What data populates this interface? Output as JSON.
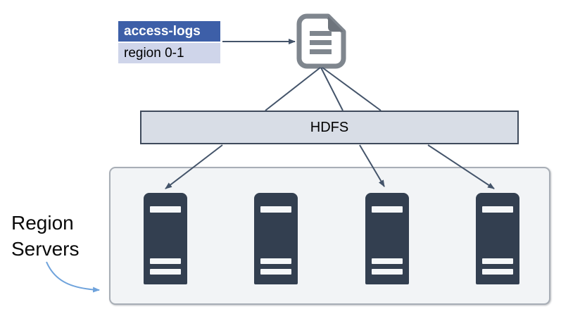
{
  "table": {
    "header_label": "access-logs",
    "region_label": "region 0-1"
  },
  "hdfs": {
    "label": "HDFS"
  },
  "region_servers": {
    "label_lines": [
      "Region",
      "Servers"
    ],
    "count": 4
  },
  "icons": {
    "document": "log-file-icon",
    "server": "server-tower-icon"
  },
  "colors": {
    "table_header_bg": "#3D5FA8",
    "table_header_text": "#FFFFFF",
    "table_row_bg": "#CFD5EA",
    "hdfs_fill": "#D8DDE6",
    "hdfs_border": "#3F4A5C",
    "connector": "#44546A",
    "server_fill": "#333F50",
    "container_fill": "#F2F4F6",
    "container_border": "#A8AEB6",
    "pointer_arrow": "#6FA3DC",
    "doc_icon": "#7F868E",
    "doc_icon_fold": "#6E747C"
  }
}
